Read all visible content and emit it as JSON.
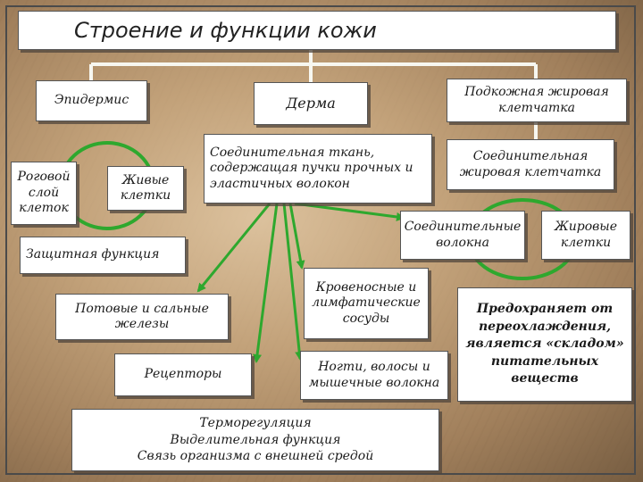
{
  "title": "Строение и функции кожи",
  "nodes": {
    "epidermis": "Эпидермис",
    "derma": "Дерма",
    "subcutaneous": "Подкожная жировая клетчатка",
    "stratum_corneum": "Роговой слой клеток",
    "living_cells": "Живые клетки",
    "connective_tissue": "Соединительная ткань, содержащая пучки прочных и эластичных волокон",
    "connective_fat_tissue": "Соединительная жировая клетчатка",
    "connective_fibers": "Соединительные волокна",
    "fat_cells": "Жировые клетки",
    "protective_function": "Защитная функция",
    "blood_lymph_vessels": "Кровеносные и лимфатические сосуды",
    "sweat_sebaceous_glands": "Потовые и сальные железы",
    "protects_text": "Предохраняет от переохлаждения, является «складом» питательных веществ",
    "receptors": "Рецепторы",
    "nails_hair_muscle": "Ногти, волосы и мышечные волокна"
  },
  "functions": [
    "Терморегуляция",
    "Выделительная функция",
    "Связь организма с внешней средой"
  ],
  "colors": {
    "connector": "#f7f7f0",
    "arrow_green": "#2ea82e",
    "box_border": "#555555"
  }
}
